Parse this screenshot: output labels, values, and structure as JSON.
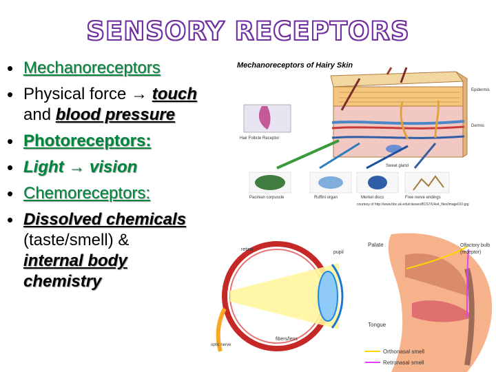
{
  "slide": {
    "title": "SENSORY RECEPTORS",
    "bullets": {
      "b1": "Mechanoreceptors",
      "b2_a": "Physical force → ",
      "b2_b": "touch",
      "b2_c": "and ",
      "b2_d": "blood pressure",
      "b3": "Photoreceptors:",
      "b4": "Light → vision",
      "b5": "Chemoreceptors:",
      "b6_a": "Dissolved chemicals",
      "b6_b": "(taste/smell) &",
      "b6_c": "internal body",
      "b6_d": "chemistry"
    }
  },
  "skin_figure": {
    "title": "Mechanoreceptors of Hairy Skin",
    "labels": {
      "epidermis": "Epidermis",
      "dermis": "Dermis",
      "hair_follicle": "Hair Follicle Receptor",
      "sweat_gland": "Sweat gland",
      "pacinian": "Pacinian corpuscle",
      "ruffini": "Ruffini organ",
      "merkel": "Merkel discs",
      "free_endings": "Free nerve endings"
    },
    "credit": "courtesy of http://www.bbc.uk.edu/classes/B1S7/U4s4_files/image010.jpg"
  },
  "eye_figure": {
    "labels": {
      "retina": "retina",
      "pupil": "pupil",
      "fibers": "fibers/lens",
      "optic_nerve": "optic nerve"
    }
  },
  "nose_figure": {
    "labels": {
      "palate": "Palate",
      "olfactory": "Olfactory bulb",
      "receptor": "(receptor)",
      "tongue": "Tongue",
      "ortho": "Orthonasal smell",
      "retro": "Retronasal smell"
    }
  }
}
